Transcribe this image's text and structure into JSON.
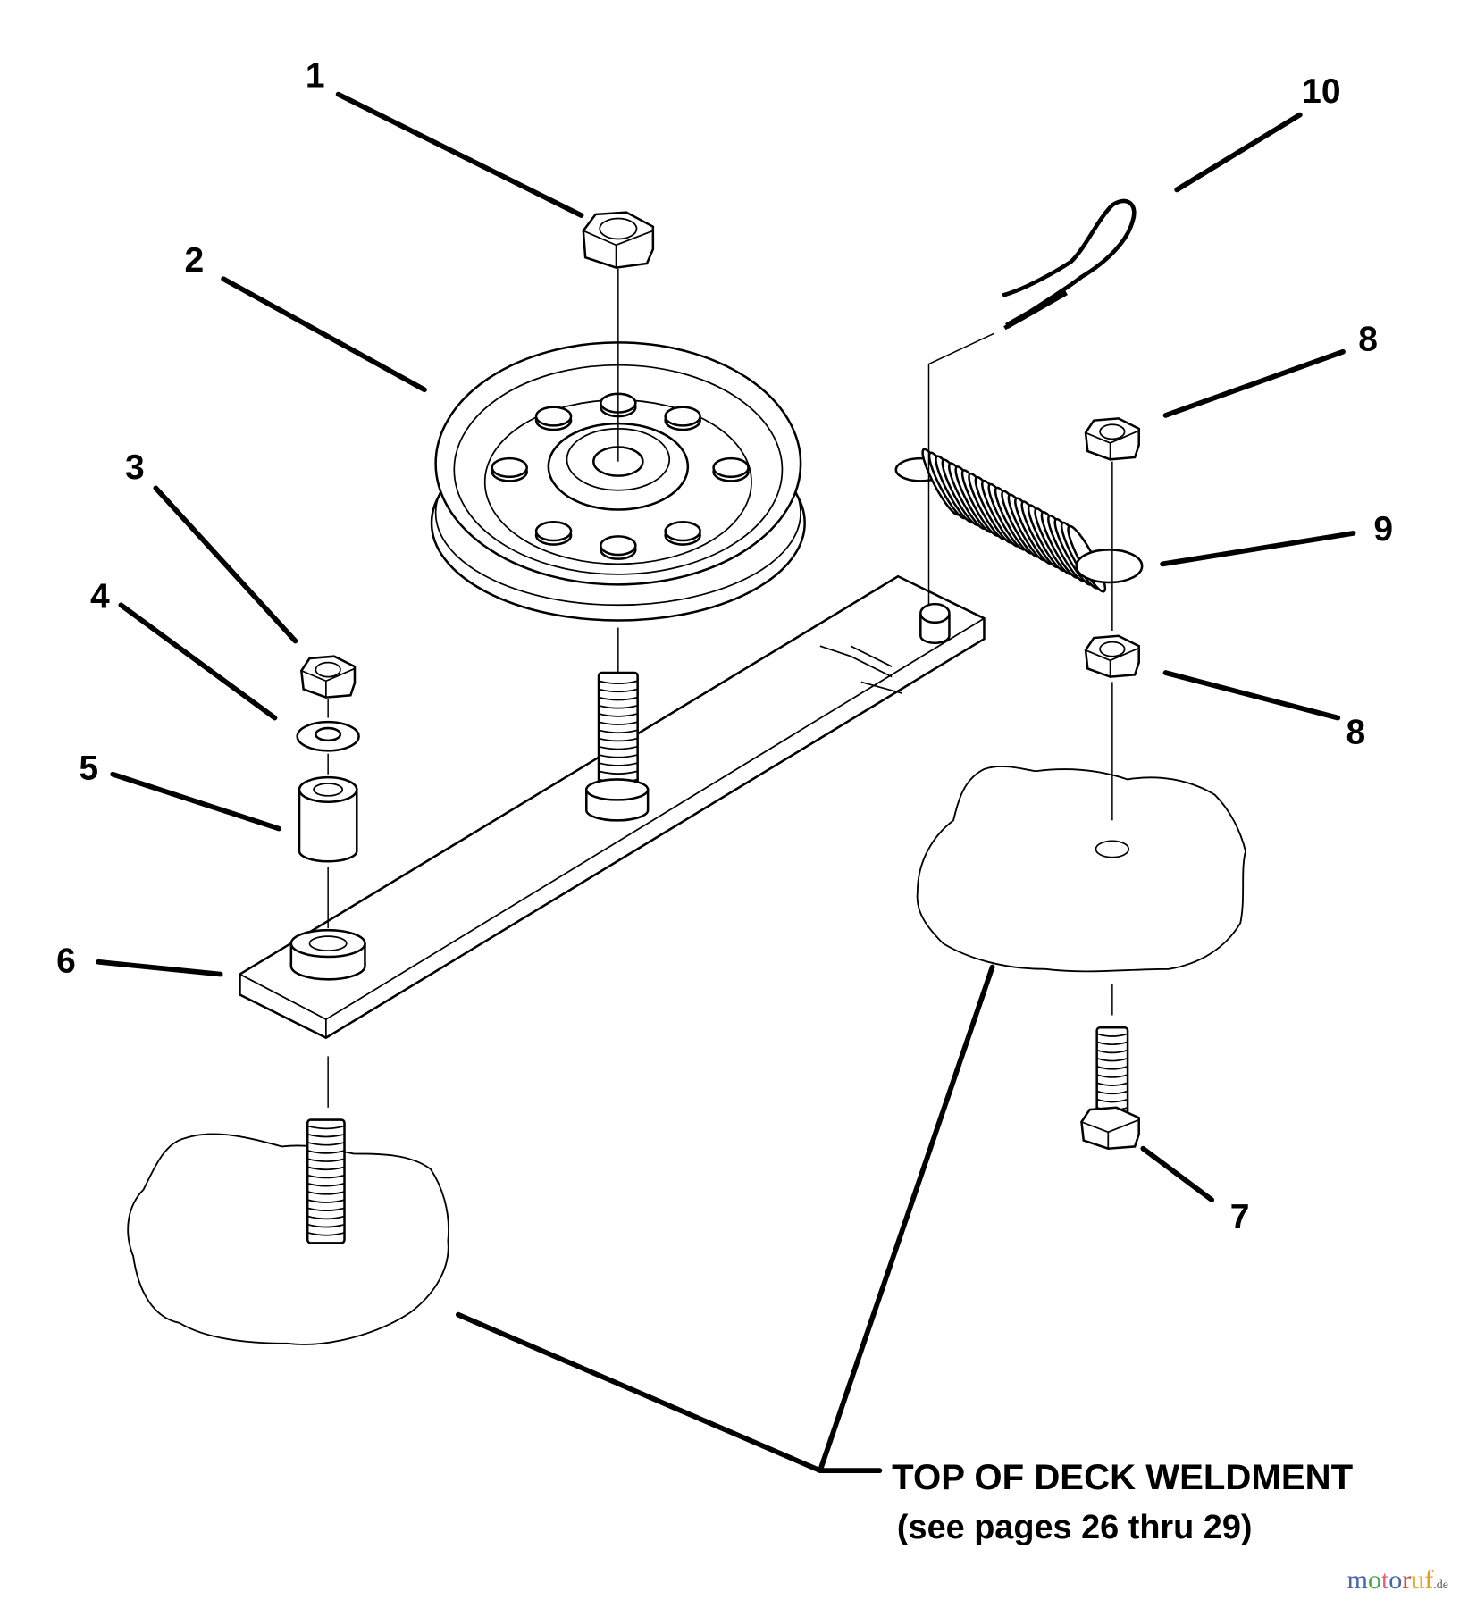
{
  "diagram": {
    "title": "Idler pulley assembly exploded view",
    "callouts": [
      {
        "id": "1",
        "part": "hex-nut-top"
      },
      {
        "id": "2",
        "part": "idler-pulley"
      },
      {
        "id": "3",
        "part": "hex-nut-left"
      },
      {
        "id": "4",
        "part": "washer"
      },
      {
        "id": "5",
        "part": "spacer"
      },
      {
        "id": "6",
        "part": "idler-arm"
      },
      {
        "id": "7",
        "part": "hex-bolt"
      },
      {
        "id": "8",
        "part": "hex-nut-spring-upper"
      },
      {
        "id": "8",
        "part": "hex-nut-spring-lower"
      },
      {
        "id": "9",
        "part": "extension-spring"
      },
      {
        "id": "10",
        "part": "hair-pin-clip"
      }
    ],
    "note": {
      "title": "TOP OF DECK WELDMENT",
      "subtitle": "(see pages 26 thru 29)"
    }
  },
  "watermark": {
    "letters": [
      "m",
      "o",
      "t",
      "o",
      "r",
      "u",
      "f"
    ],
    "tld": ".de"
  }
}
